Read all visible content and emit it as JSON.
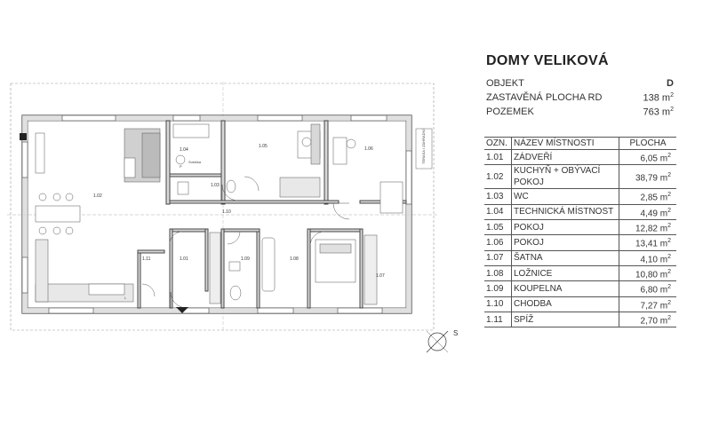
{
  "header": {
    "title": "DOMY VELIKOVÁ"
  },
  "info": [
    {
      "label": "OBJEKT",
      "value": "D",
      "unit": ""
    },
    {
      "label": "ZASTAVĚNÁ PLOCHA RD",
      "value": "138 m",
      "unit": "2"
    },
    {
      "label": "POZEMEK",
      "value": "763 m",
      "unit": "2"
    }
  ],
  "table": {
    "headers": [
      "OZN.",
      "NÁZEV MÍSTNOSTI",
      "PLOCHA"
    ],
    "rows": [
      {
        "id": "1.01",
        "name": "ZÁDVEŘÍ",
        "area": "6,05 m",
        "unit": "2"
      },
      {
        "id": "1.02",
        "name": "KUCHYŇ + OBÝVACÍ POKOJ",
        "area": "38,79 m",
        "unit": "2"
      },
      {
        "id": "1.03",
        "name": "WC",
        "area": "2,85 m",
        "unit": "2"
      },
      {
        "id": "1.04",
        "name": "TECHNICKÁ MÍSTNOST",
        "area": "4,49 m",
        "unit": "2"
      },
      {
        "id": "1.05",
        "name": "POKOJ",
        "area": "12,82 m",
        "unit": "2"
      },
      {
        "id": "1.06",
        "name": "POKOJ",
        "area": "13,41 m",
        "unit": "2"
      },
      {
        "id": "1.07",
        "name": "ŠATNA",
        "area": "4,10 m",
        "unit": "2"
      },
      {
        "id": "1.08",
        "name": "LOŽNICE",
        "area": "10,80 m",
        "unit": "2"
      },
      {
        "id": "1.09",
        "name": "KOUPELNA",
        "area": "6,80 m",
        "unit": "2"
      },
      {
        "id": "1.10",
        "name": "CHODBA",
        "area": "7,27 m",
        "unit": "2"
      },
      {
        "id": "1.11",
        "name": "SPÍŽ",
        "area": "2,70 m",
        "unit": "2"
      }
    ]
  },
  "plan": {
    "room_labels": [
      "1.01",
      "1.02",
      "1.03",
      "1.04",
      "1.05",
      "1.06",
      "1.07",
      "1.08",
      "1.09",
      "1.10",
      "1.11"
    ],
    "misc_labels": {
      "dryer": "Sušička",
      "p_mark": "P",
      "l_mark": "L",
      "terrace": "TERASA / ZÁHRADNÍ"
    },
    "compass_label": "S",
    "wall_color": "#444444",
    "fill_color": "#dddddd"
  }
}
